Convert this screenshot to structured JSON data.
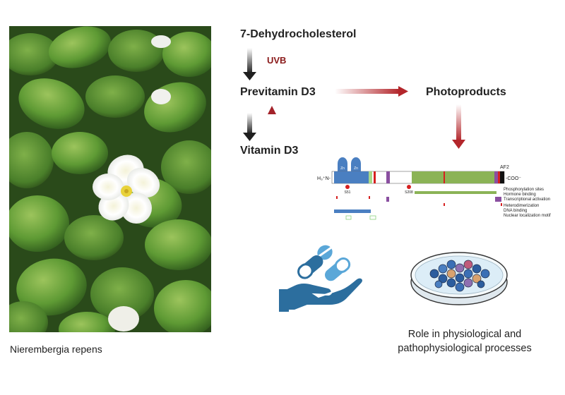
{
  "plant_caption": "Nierembergia repens",
  "pathway": {
    "precursor": "7-Dehydrocholesterol",
    "trigger": "UVB",
    "intermediate": "Previtamin D3",
    "side_product": "Photoproducts",
    "product": "Vitamin D3"
  },
  "vdr": {
    "n_terminus": "H₃⁺N-",
    "c_terminus": "-COO⁻",
    "af2": "AF2",
    "zn1": "Zn",
    "zn2": "Zn",
    "site1": "S51",
    "site2": "S208",
    "legend": [
      "Phosphorylation sites",
      "Hormone binding",
      "Transcriptional activation",
      "Heterodimerization",
      "DNA binding",
      "Nuclear localization motif"
    ]
  },
  "role": {
    "line1": "Role in physiological and",
    "line2": "pathophysiological processes"
  },
  "icons": [
    "flower-photo",
    "pill-hand-icon",
    "petri-dish-icon"
  ],
  "colors": {
    "arrow_dark": "#2a2a2a",
    "arrow_red": "#b3262b",
    "uvb": "#8a1a1a",
    "domain_blue": "#4a7fc1",
    "domain_green": "#8bb356",
    "domain_purple": "#8a4fa0",
    "site_red": "#d62020"
  }
}
